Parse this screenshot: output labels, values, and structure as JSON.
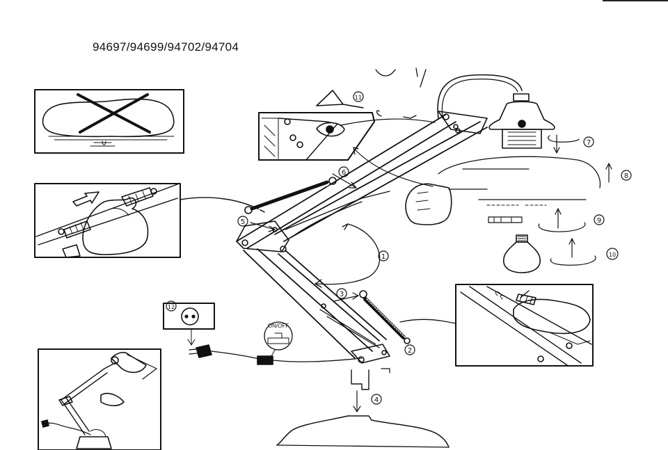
{
  "header": {
    "model_numbers": "94697/94699/94702/94704"
  },
  "steps": [
    "1",
    "2",
    "3",
    "4",
    "5",
    "6",
    "7",
    "8",
    "9",
    "10",
    "11",
    "12"
  ],
  "switch_label": "ON/OFF",
  "colors": {
    "ink": "#111111",
    "paper": "#ffffff"
  },
  "icons": [
    "crossed-out-shade-icon",
    "screwdriver-icon",
    "plug-icon",
    "socket-icon",
    "bulb-icon",
    "hand-icon",
    "rotate-arrow-icon"
  ]
}
